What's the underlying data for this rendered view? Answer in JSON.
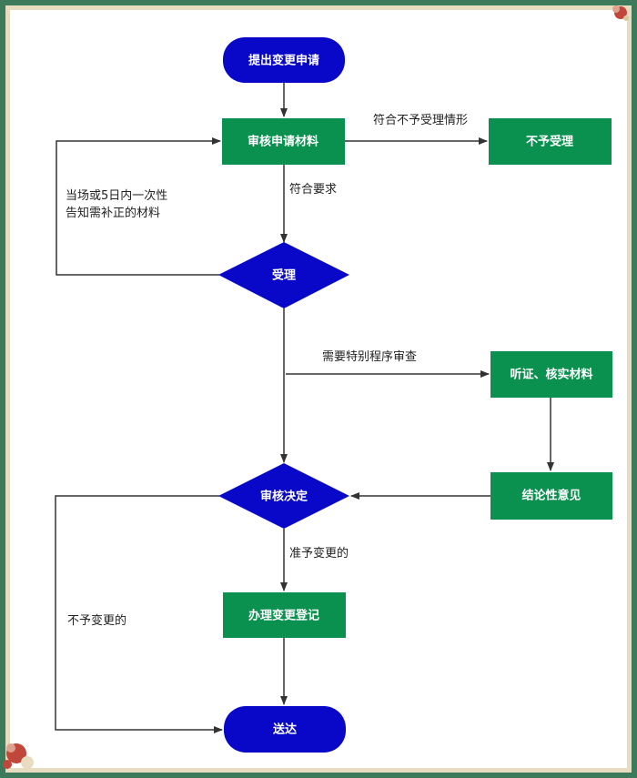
{
  "colors": {
    "frame": "#3d7a5c",
    "frame_inner": "#e8dcc0",
    "process": "#0a9150",
    "terminal": "#0a08c8",
    "decision": "#0a08c8",
    "arrow": "#333333",
    "label": "#222222"
  },
  "nodes": {
    "submit": "提出变更申请",
    "review": "审核申请材料",
    "reject": "不予受理",
    "accept": "受理",
    "hearing": "听证、核实材料",
    "opinion": "结论性意见",
    "decide": "审核决定",
    "register": "办理变更登记",
    "deliver": "送达"
  },
  "edge_labels": {
    "not_accepted": "符合不予受理情形",
    "meets": "符合要求",
    "supplement_line1": "当场或5日内一次性",
    "supplement_line2": "告知需补正的材料",
    "special": "需要特别程序审查",
    "approve": "准予变更的",
    "deny": "不予变更的"
  }
}
